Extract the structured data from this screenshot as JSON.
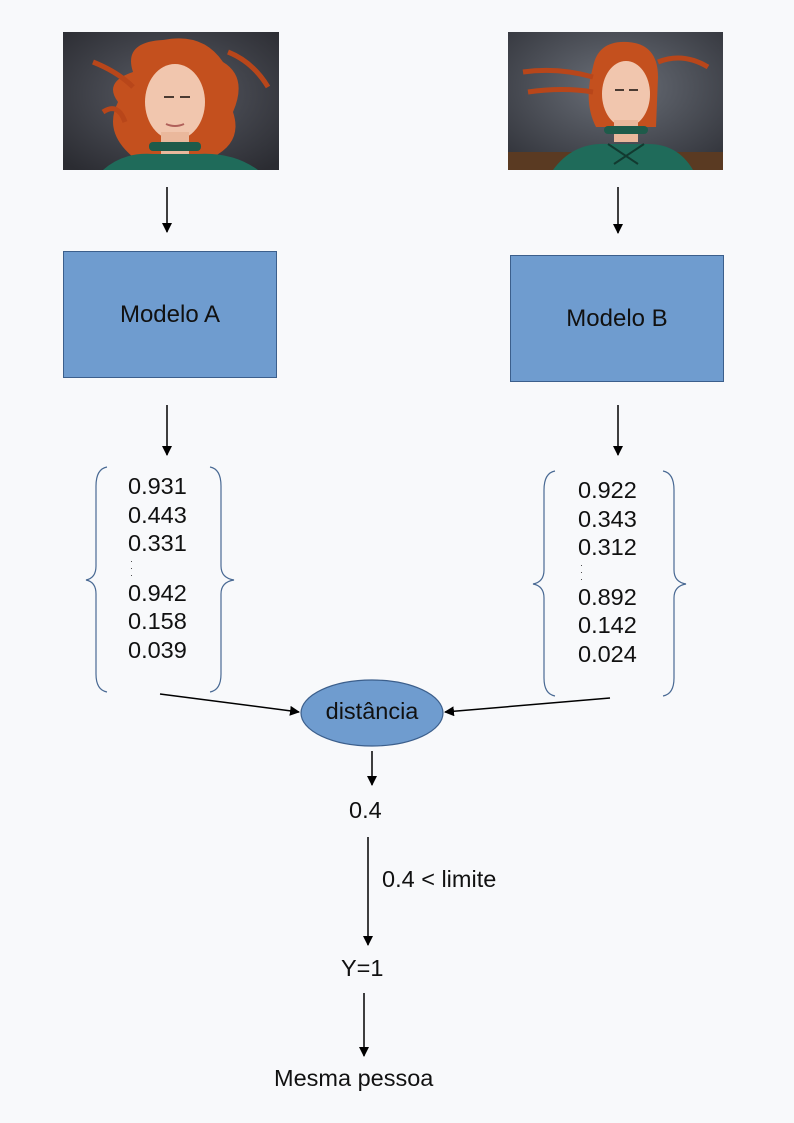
{
  "photos": {
    "a": {
      "icon": "portrait-red-hair-photo"
    },
    "b": {
      "icon": "portrait-red-hair-photo"
    }
  },
  "model_a": {
    "label": "Modelo A"
  },
  "model_b": {
    "label": "Modelo B"
  },
  "vector_a": {
    "top": [
      "0.931",
      "0.443",
      "0.331"
    ],
    "bottom": [
      "0.942",
      "0.158",
      "0.039"
    ]
  },
  "vector_b": {
    "top": [
      "0.922",
      "0.343",
      "0.312"
    ],
    "bottom": [
      "0.892",
      "0.142",
      "0.024"
    ]
  },
  "distance": {
    "label": "distância"
  },
  "distance_value": "0.4",
  "condition": "0.4 < limite",
  "result": "Y=1",
  "conclusion": "Mesma pessoa",
  "colors": {
    "box_fill": "#6f9ccf",
    "box_border": "#3c5f8c",
    "brace": "#4a6a94",
    "hair": "#c4501e"
  }
}
